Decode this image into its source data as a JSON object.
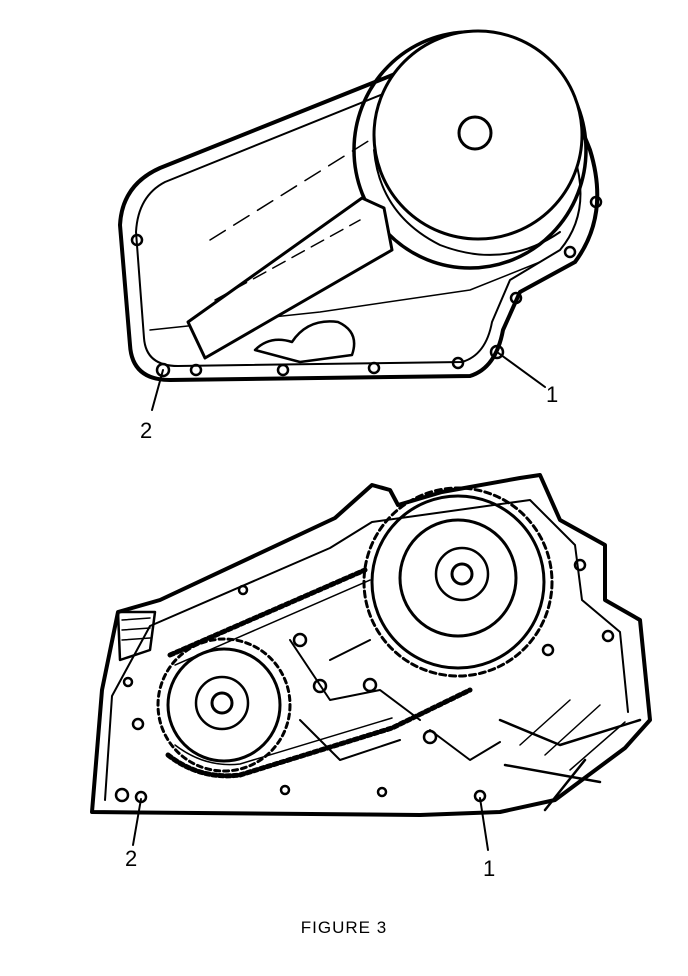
{
  "figure": {
    "caption": "FIGURE 3",
    "top_view": {
      "callout_1": "1",
      "callout_2": "2"
    },
    "bottom_view": {
      "callout_1": "1",
      "callout_2": "2"
    }
  }
}
